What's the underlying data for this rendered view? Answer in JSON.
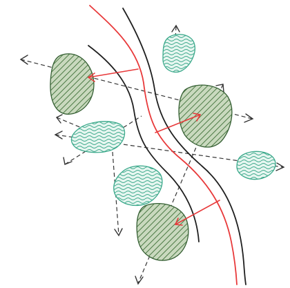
{
  "colors": {
    "background": "#ffffff",
    "river_red": "#e8393a",
    "river_black": "#1f1f1f",
    "dark_patch_fill": "#6f9a5f",
    "dark_patch_stroke": "#355f33",
    "light_patch_fill": "#dff3ec",
    "light_patch_stroke": "#3aa88a",
    "dashed_arrow": "#333333",
    "red_arrow": "#e8393a"
  },
  "icons": {
    "arrowhead": "open-chevron-arrowhead",
    "hatch": "diagonal-hatch-texture",
    "contour": "wavy-contour-texture"
  }
}
